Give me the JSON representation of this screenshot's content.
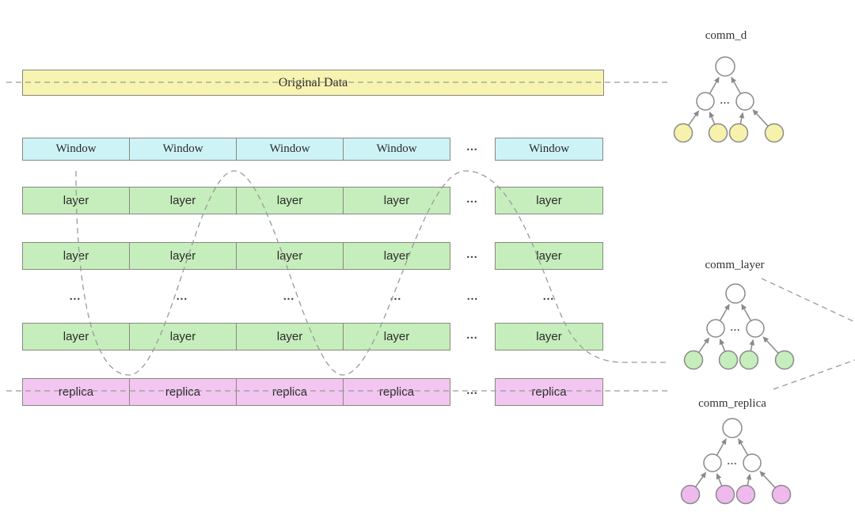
{
  "diagram": {
    "grid": {
      "original_data_label": "Original Data",
      "window_label": "Window",
      "layer_label": "layer",
      "replica_label": "replica",
      "ellipsis": "...",
      "visible_window_count": 5,
      "visible_layer_rows": 3
    },
    "trees": {
      "comm_d": {
        "label": "comm_d",
        "dots": "...",
        "leaf_color": "#f6f2ac"
      },
      "comm_layer": {
        "label": "comm_layer",
        "dots": "...",
        "leaf_color": "#c6eebc"
      },
      "comm_replica": {
        "label": "comm_replica",
        "dots": "...",
        "leaf_color": "#efb9ee"
      }
    },
    "palette": {
      "original_data_fill": "#f7f3b0",
      "window_fill": "#cdf3f7",
      "layer_fill": "#c6eebc",
      "replica_fill": "#f2c6f0",
      "box_border": "#86897e",
      "dashed_line": "#9a9a9a",
      "tree_edge": "#8f8f8f",
      "background": "#ffffff"
    }
  }
}
